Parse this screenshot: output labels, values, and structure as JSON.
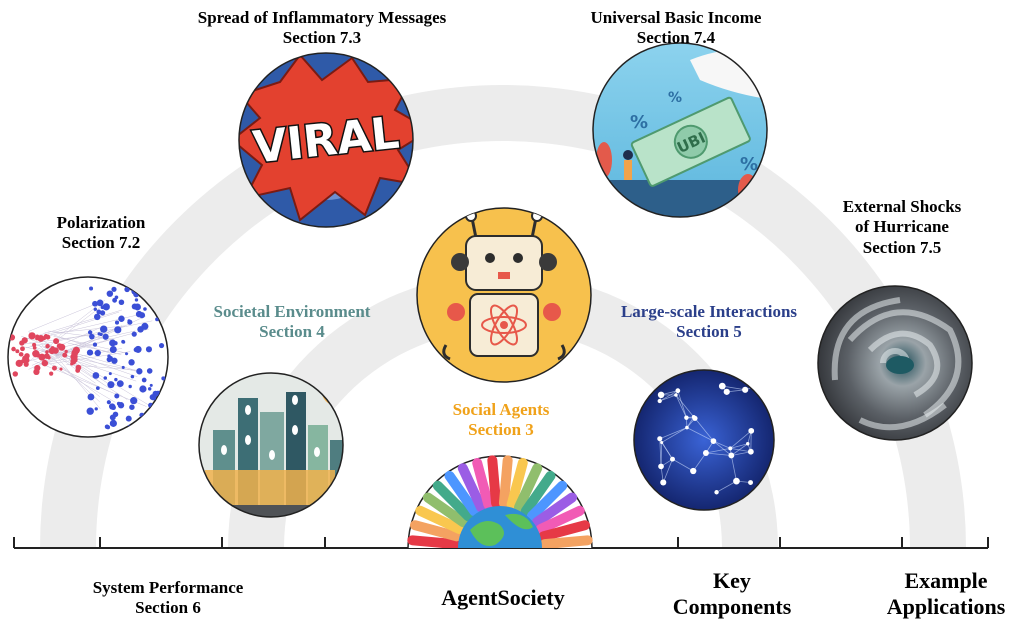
{
  "applications": {
    "polarization": {
      "title": "Polarization",
      "section": "Section 7.2"
    },
    "inflammatory": {
      "title": "Spread of Inflammatory Messages",
      "section": "Section 7.3"
    },
    "ubi": {
      "title": "Universal Basic Income",
      "section": "Section 7.4"
    },
    "hurricane": {
      "title_line1": "External Shocks",
      "title_line2": "of Hurricane",
      "section": "Section 7.5"
    }
  },
  "components": {
    "environment": {
      "title": "Societal Environment",
      "section": "Section 4"
    },
    "interactions": {
      "title": "Large-scale Interactions",
      "section": "Section 5"
    },
    "agents": {
      "title": "Social Agents",
      "section": "Section 3"
    }
  },
  "bottom": {
    "performance": {
      "title": "System Performance",
      "section": "Section 6"
    },
    "center": "AgentSociety",
    "key_line1": "Key",
    "key_line2": "Components",
    "example_line1": "Example",
    "example_line2": "Applications"
  },
  "images": {
    "viral_text": "VIRAL",
    "ubi_text": "UBI",
    "percent_text": "%"
  },
  "colors": {
    "arc": "#ececec",
    "environment_label": "#5a8c8c",
    "interactions_label": "#2b3f8a",
    "agents_label": "#f0a21a"
  }
}
